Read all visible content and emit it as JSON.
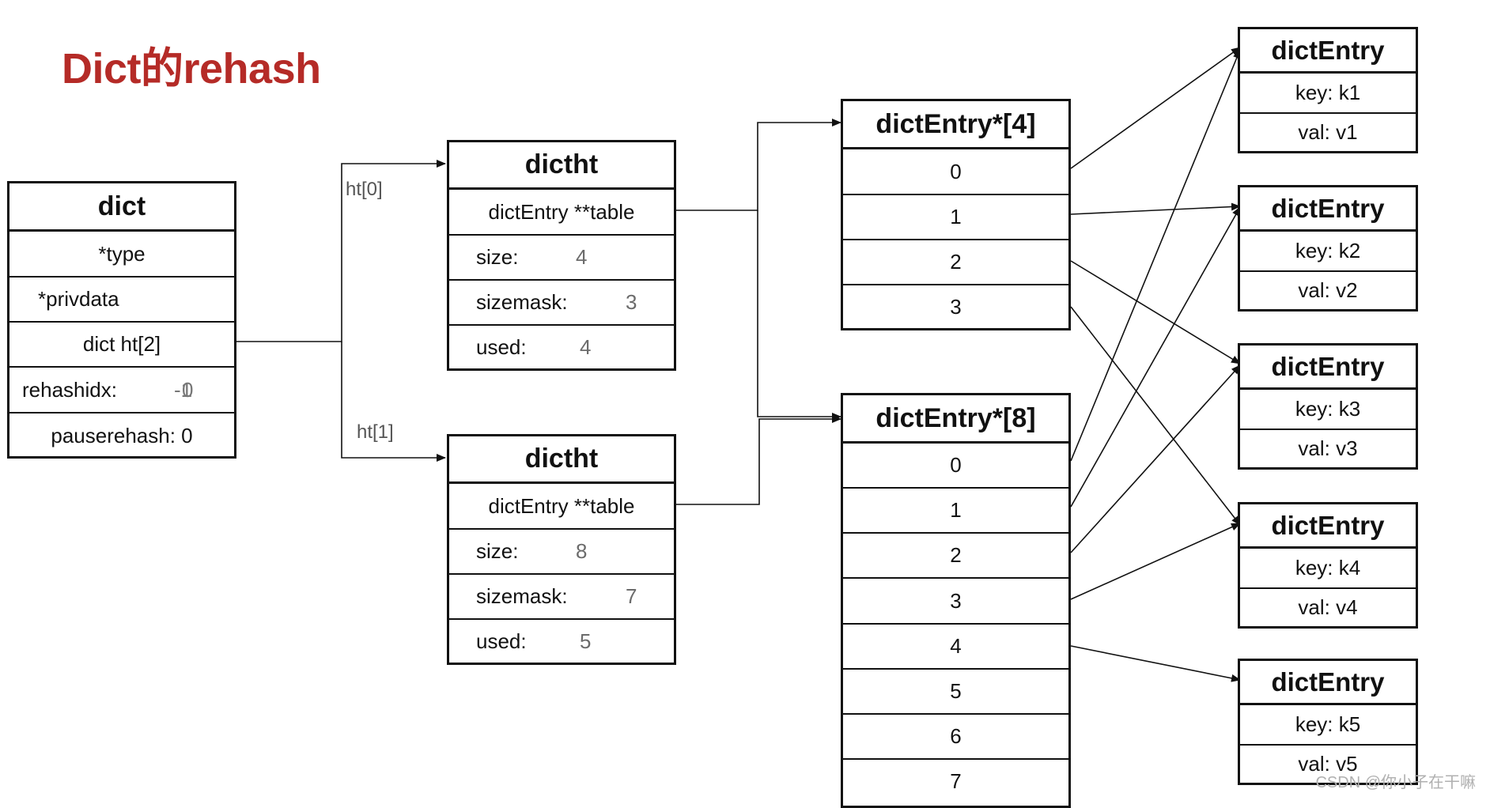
{
  "title": "Dict的rehash",
  "dict": {
    "header": "dict",
    "type": "*type",
    "privdata": "*privdata",
    "ht": "dict ht[2]",
    "rehashidx_label": "rehashidx:",
    "rehashidx_old": "-1",
    "rehashidx_new": "0",
    "pauserehash": "pauserehash: 0"
  },
  "labels": {
    "ht0": "ht[0]",
    "ht1": "ht[1]"
  },
  "dictht0": {
    "header": "dictht",
    "table": "dictEntry **table",
    "size_label": "size:",
    "size": "4",
    "sizemask_label": "sizemask:",
    "sizemask": "3",
    "used_label": "used:",
    "used": "4"
  },
  "dictht1": {
    "header": "dictht",
    "table": "dictEntry **table",
    "size_label": "size:",
    "size": "8",
    "sizemask_label": "sizemask:",
    "sizemask": "7",
    "used_label": "used:",
    "used": "5"
  },
  "array4": {
    "header": "dictEntry*[4]",
    "slots": [
      "0",
      "1",
      "2",
      "3"
    ]
  },
  "array8": {
    "header": "dictEntry*[8]",
    "slots": [
      "0",
      "1",
      "2",
      "3",
      "4",
      "5",
      "6",
      "7"
    ]
  },
  "entries": [
    {
      "header": "dictEntry",
      "key": "key: k1",
      "val": "val: v1"
    },
    {
      "header": "dictEntry",
      "key": "key: k2",
      "val": "val: v2"
    },
    {
      "header": "dictEntry",
      "key": "key: k3",
      "val": "val: v3"
    },
    {
      "header": "dictEntry",
      "key": "key: k4",
      "val": "val: v4"
    },
    {
      "header": "dictEntry",
      "key": "key: k5",
      "val": "val: v5"
    }
  ],
  "watermark": "CSDN @你小子在干嘛"
}
